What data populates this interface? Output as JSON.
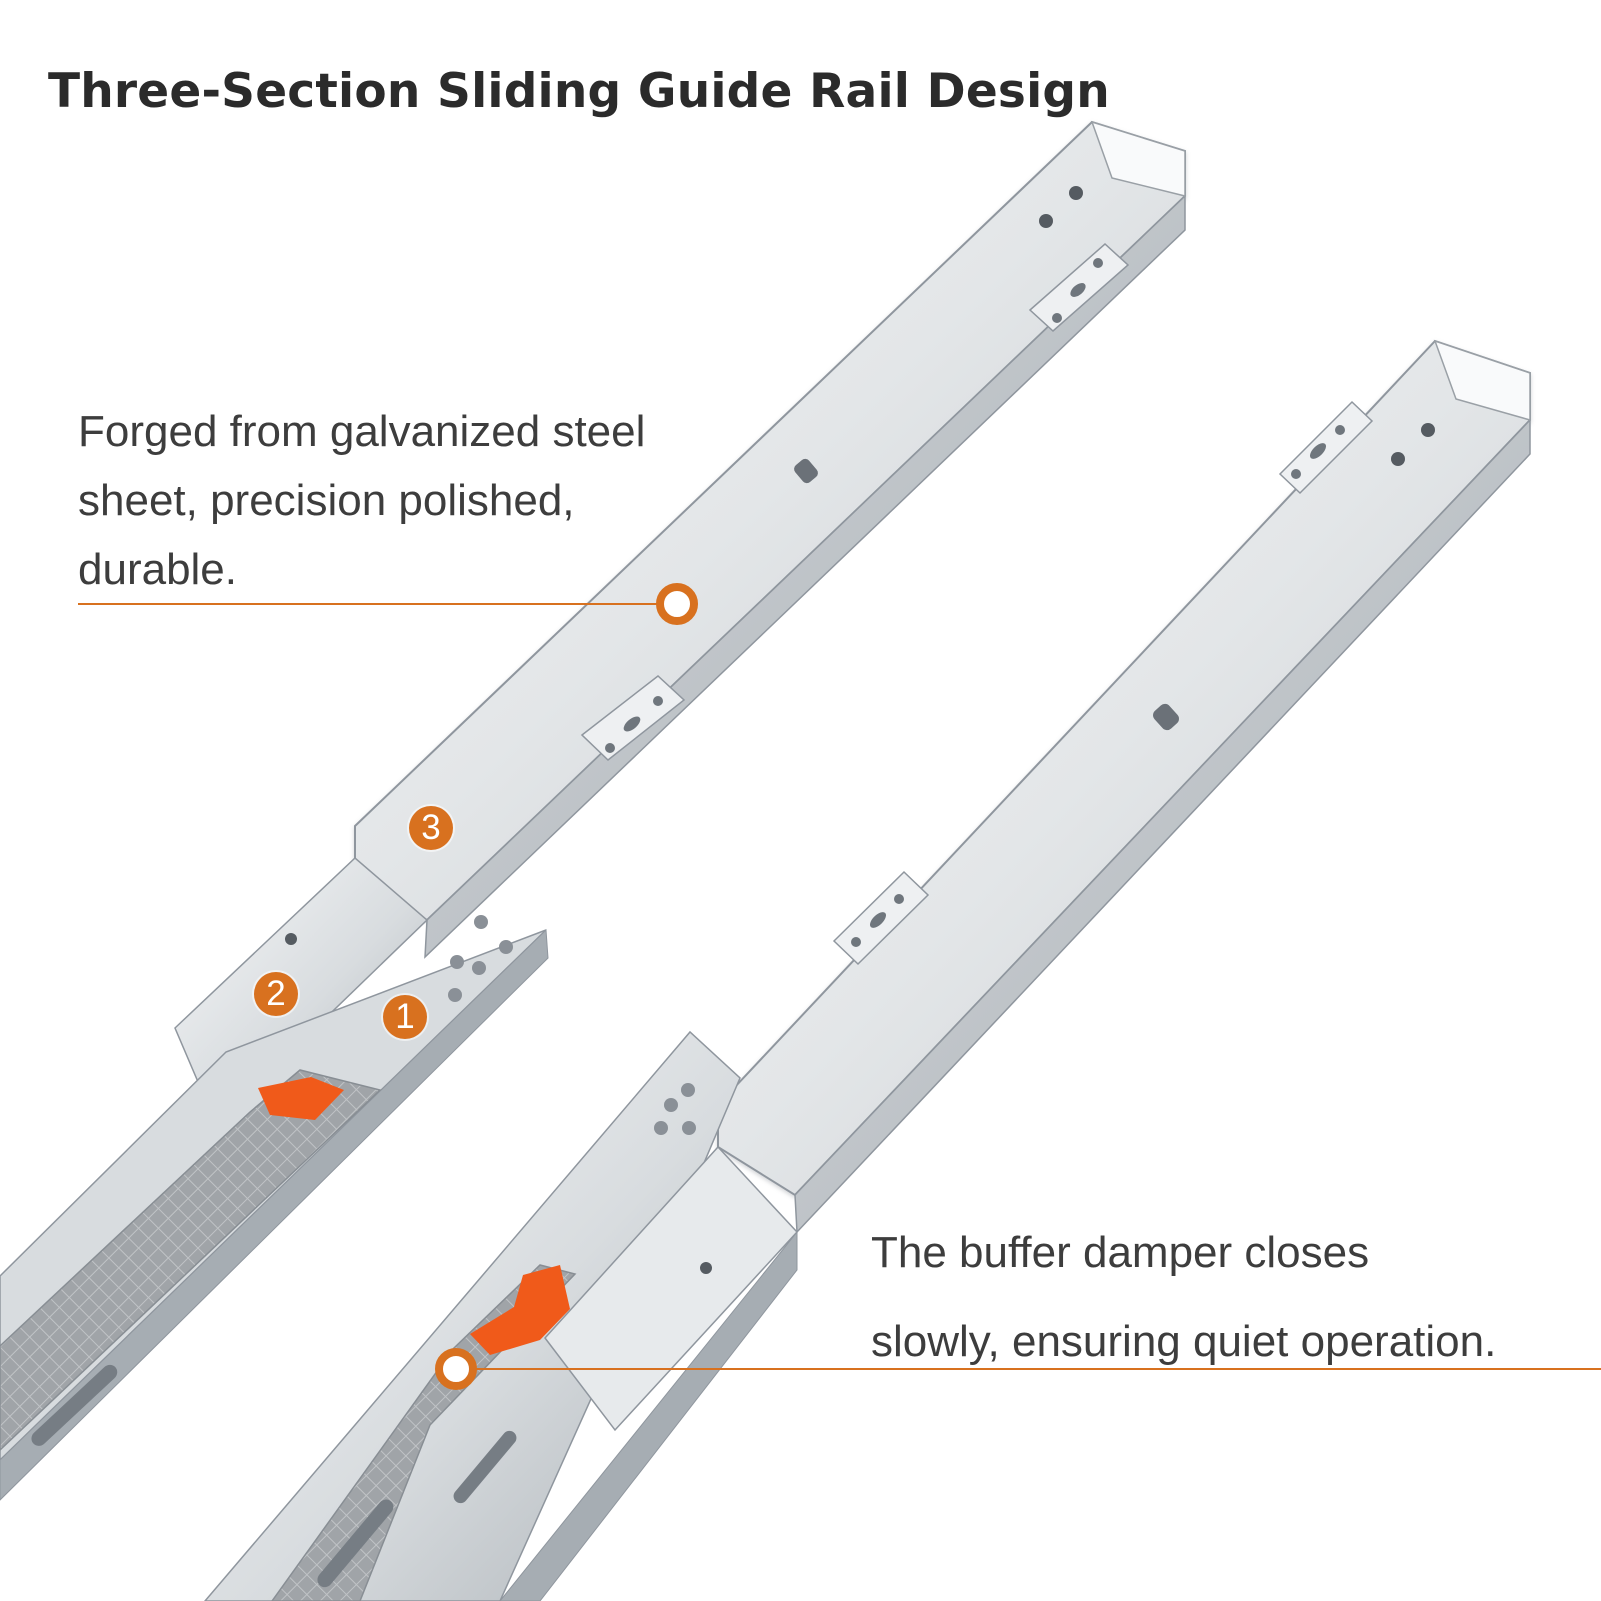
{
  "heading": {
    "title": "Three-Section Sliding Guide Rail Design"
  },
  "features": [
    {
      "lines": [
        "Forged from galvanized steel",
        "sheet, precision polished,",
        "durable."
      ]
    },
    {
      "lines": [
        "The buffer damper closes",
        "slowly, ensuring quiet operation."
      ]
    }
  ],
  "markers": {
    "section_1": "1",
    "section_2": "2",
    "section_3": "3"
  },
  "colors": {
    "accent": "#d8711f",
    "title": "#2b2b2b",
    "text": "#3d3d3d",
    "rail_light": "#eef0f2",
    "rail_mid": "#c8ccd1",
    "rail_dark": "#8f969e",
    "damper_orange": "#f05a1a",
    "damper_gray": "#9da1a5"
  }
}
